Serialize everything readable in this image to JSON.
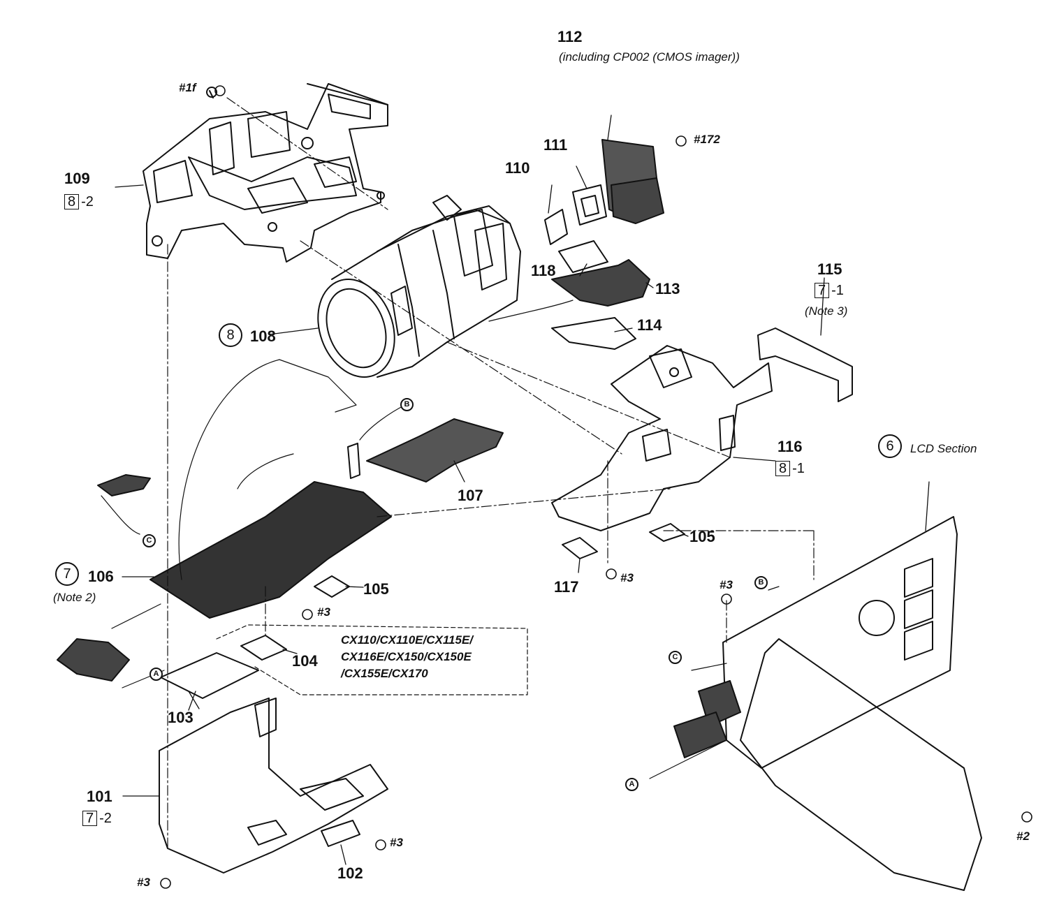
{
  "parts": {
    "p101": "101",
    "p102": "102",
    "p103": "103",
    "p104": "104",
    "p105a": "105",
    "p105b": "105",
    "p106": "106",
    "p107": "107",
    "p108": "108",
    "p109": "109",
    "p110": "110",
    "p111": "111",
    "p112": "112",
    "p113": "113",
    "p114": "114",
    "p115": "115",
    "p116": "116",
    "p117": "117",
    "p118": "118"
  },
  "refs": {
    "r101": {
      "box": "7",
      "suffix": "-2"
    },
    "r109": {
      "box": "8",
      "suffix": "-2"
    },
    "r115": {
      "box": "7",
      "suffix": "-1"
    },
    "r116": {
      "box": "8",
      "suffix": "-1"
    }
  },
  "notes": {
    "p112": "(including CP002 (CMOS imager))",
    "note2": "(Note 2)",
    "note3": "(Note 3)",
    "lcd": "LCD Section"
  },
  "sections": {
    "s6": "6",
    "s7": "7",
    "s8": "8"
  },
  "connectors": {
    "a": "A",
    "b": "B",
    "c": "C"
  },
  "screws": {
    "s1f": "#1f",
    "s172": "#172",
    "s3": "#3",
    "s2": "#2"
  },
  "models": {
    "line1": "CX110/CX110E/CX115E/",
    "line2": "CX116E/CX150/CX150E",
    "line3": "/CX155E/CX170"
  }
}
